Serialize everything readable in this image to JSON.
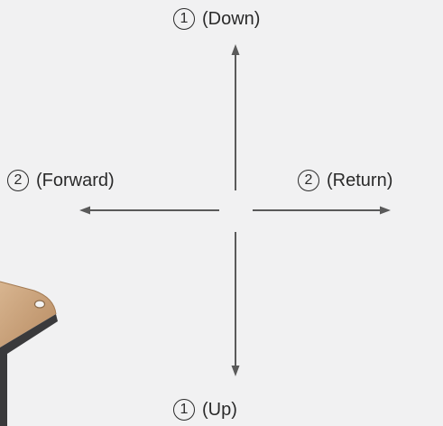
{
  "labels": {
    "down": {
      "step": "1",
      "text": "(Down)"
    },
    "up": {
      "step": "1",
      "text": "(Up)"
    },
    "forward": {
      "step": "2",
      "text": "(Forward)"
    },
    "return": {
      "step": "2",
      "text": "(Return)"
    }
  },
  "colors": {
    "background": "#f1f1f2",
    "arrow": "#5a5a5a",
    "text": "#2a2a2a",
    "plate_top": "#c9a27b",
    "plate_edge": "#3a3a3c"
  },
  "icons": {
    "arrow_up": "arrow-up-icon",
    "arrow_down": "arrow-down-icon",
    "arrow_left": "arrow-left-icon",
    "arrow_right": "arrow-right-icon"
  }
}
